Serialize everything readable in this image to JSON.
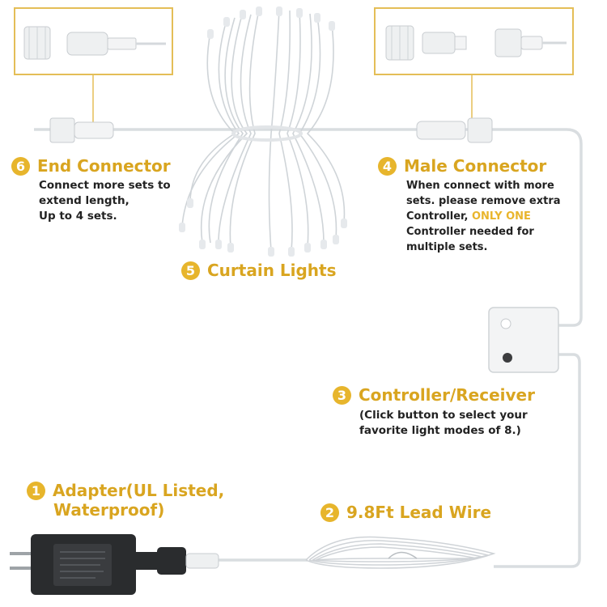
{
  "colors": {
    "accent": "#e7b52c",
    "wire": "#d9dde0",
    "adapter": "#2a2c2e"
  },
  "icons": [
    "number-badge-icon"
  ],
  "items": [
    {
      "num": "6",
      "title": "End Connector",
      "desc": [
        "Connect more sets to",
        "extend length,",
        "Up to 4 sets."
      ]
    },
    {
      "num": "4",
      "title": "Male Connector",
      "desc_l1": "When connect with more",
      "desc_l2": "sets. please remove extra",
      "desc_l3a": "Controller, ",
      "desc_l3b": "ONLY ONE",
      "desc_l4": "Controller needed for",
      "desc_l5": "multiple sets."
    },
    {
      "num": "5",
      "title": "Curtain Lights"
    },
    {
      "num": "3",
      "title": "Controller/Receiver",
      "desc": [
        "(Click button to select your",
        "favorite light modes of 8.)"
      ]
    },
    {
      "num": "1",
      "title": "Adapter(UL Listed,",
      "title2": "Waterproof)"
    },
    {
      "num": "2",
      "title": "9.8Ft Lead Wire"
    }
  ]
}
